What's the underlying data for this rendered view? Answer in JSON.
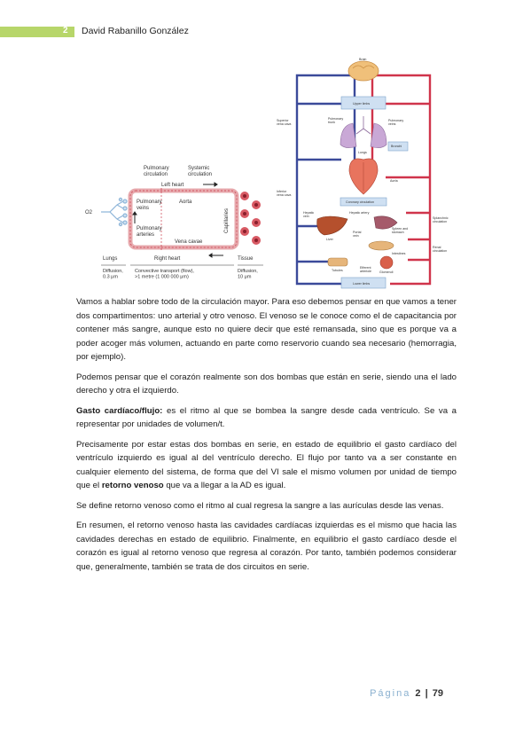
{
  "header": {
    "page_number": "2",
    "author": "David Rabanillo González"
  },
  "figure_left": {
    "labels": {
      "pulmonary_circulation": "Pulmonary\ncirculation",
      "systemic_circulation": "Systemic\ncirculation",
      "left_heart": "Left heart",
      "pulmonary_veins": "Pulmonary\nveins",
      "aorta": "Aorta",
      "pulmonary_arteries": "Pulmonary\narteries",
      "vena_cavae": "Vena cavae",
      "capillaries": "Capillaries",
      "o2": "O2",
      "lungs": "Lungs",
      "right_heart": "Right heart",
      "tissue": "Tissue",
      "diffusion_left": "Diffusion,\n0.3 μm",
      "convective": "Convective transport (flow),\n>1 metre (1 000 000 μm)",
      "diffusion_right": "Diffusion,\n10 μm"
    }
  },
  "figure_right": {
    "labels": {
      "brain": "Brain",
      "upper_limbs": "Upper limbs",
      "superior_vena_cava": "Superior\nvena cava",
      "pulmonary_trunk": "Pulmonary\ntrunk",
      "pulmonary_veins": "Pulmonary\nveins",
      "lungs": "Lungs",
      "bronchi": "Bronchi",
      "aorta": "Aorta",
      "coronary_circulation": "Coronary circulation",
      "inferior_vena_cava": "Inferior\nvena cava",
      "hepatic_vein": "Hepatic\nvein",
      "hepatic_artery": "Hepatic artery",
      "liver": "Liver",
      "portal_vein": "Portal\nvein",
      "spleen_stomach": "Spleen and\nstomach",
      "splanchnic": "Splanchnic\ncirculation",
      "intestines": "Intestines",
      "renal": "Renal\ncirculation",
      "tubules": "Tubules",
      "efferent": "Efferent\narteriole",
      "glomeruli": "Glomeruli",
      "lower_limbs": "Lower limbs"
    }
  },
  "body": {
    "p1": "Vamos a hablar sobre todo de la circulación mayor. Para eso debemos pensar en que vamos a tener dos compartimentos: uno arterial y otro venoso. El venoso se le conoce como el de capacitancia por contener más sangre, aunque esto no quiere decir que esté remansada, sino que es porque va a poder acoger más volumen, actuando en parte como reservorio cuando sea necesario (hemorragia, por ejemplo).",
    "p2": "Podemos pensar que el corazón realmente son dos bombas que están en serie, siendo una el lado derecho y otra el izquierdo.",
    "p3_bold": "Gasto cardíaco/flujo:",
    "p3_rest": " es el ritmo al que se bombea la sangre desde cada ventrículo. Se va a representar por unidades de volumen/t.",
    "p4_a": " Precisamente por estar estas dos bombas en serie, en estado de equilibrio el gasto cardíaco del ventrículo izquierdo es igual al del ventrículo derecho. El flujo por tanto va a ser constante en cualquier elemento del sistema, de forma que del VI sale el mismo volumen por unidad de tiempo que el ",
    "p4_bold": "retorno venoso",
    "p4_b": " que va a llegar a la AD es igual.",
    "p5": "Se define retorno venoso como el ritmo al cual regresa la sangre a las aurículas desde las venas.",
    "p6": "En resumen, el retorno venoso hasta las cavidades cardíacas izquierdas es el mismo que hacia las cavidades derechas en estado de equilibrio. Finalmente, en equilibrio el gasto cardíaco desde el corazón es igual al retorno venoso que regresa al corazón. Por tanto, también podemos considerar que, generalmente, también se trata de dos circuitos en serie."
  },
  "footer": {
    "page_word": "Página",
    "page": "2",
    "sep": "|",
    "total": "79"
  },
  "colors": {
    "accent_green": "#b7d66a",
    "artery_red": "#d0344b",
    "vein_blue": "#3b4a9a",
    "footer_blue": "#8ab0cf"
  }
}
